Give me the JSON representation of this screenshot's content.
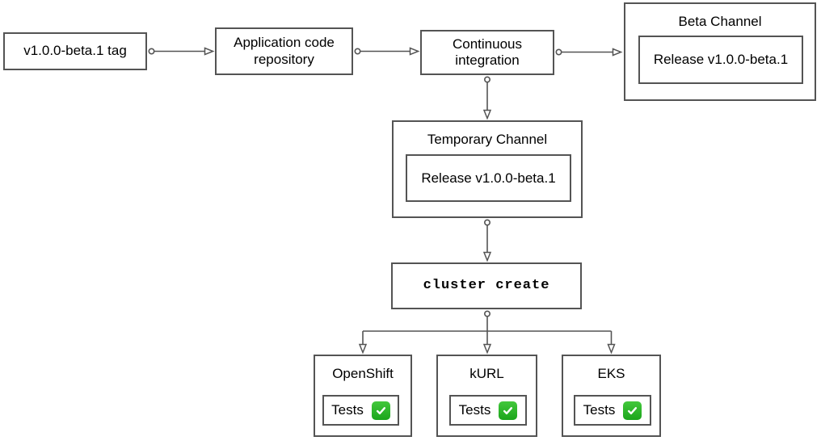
{
  "diagram": {
    "background": "#ffffff",
    "stroke_color": "#545454",
    "check_icon_color": "#2bb42b",
    "nodes": {
      "tag": {
        "label": "v1.0.0-beta.1 tag"
      },
      "repository": {
        "label": "Application code repository"
      },
      "ci": {
        "label": "Continuous integration"
      },
      "beta_channel": {
        "title": "Beta Channel",
        "release_label": "Release v1.0.0-beta.1"
      },
      "temporary_channel": {
        "title": "Temporary Channel",
        "release_label": "Release v1.0.0-beta.1"
      },
      "cluster_create": {
        "label": "cluster create"
      },
      "clusters": [
        {
          "title": "OpenShift",
          "tests_label": "Tests",
          "tests_status_icon": "white-check-mark-on-green"
        },
        {
          "title": "kURL",
          "tests_label": "Tests",
          "tests_status_icon": "white-check-mark-on-green"
        },
        {
          "title": "EKS",
          "tests_label": "Tests",
          "tests_status_icon": "white-check-mark-on-green"
        }
      ]
    },
    "edges": [
      {
        "from": "tag",
        "to": "repository"
      },
      {
        "from": "repository",
        "to": "ci"
      },
      {
        "from": "ci",
        "to": "beta_channel"
      },
      {
        "from": "ci",
        "to": "temporary_channel"
      },
      {
        "from": "temporary_channel",
        "to": "cluster_create"
      },
      {
        "from": "cluster_create",
        "to": "openshift"
      },
      {
        "from": "cluster_create",
        "to": "kurl"
      },
      {
        "from": "cluster_create",
        "to": "eks"
      }
    ]
  }
}
